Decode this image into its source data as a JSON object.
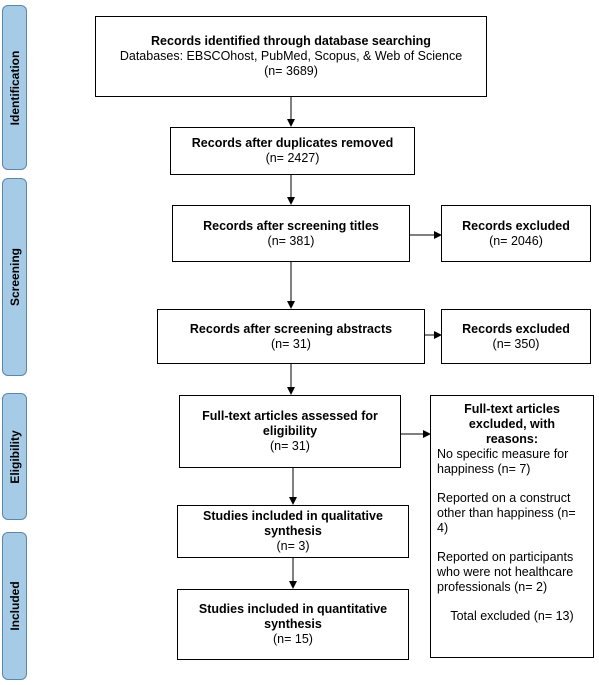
{
  "phases": [
    {
      "id": "identification",
      "label": "Identification"
    },
    {
      "id": "screening",
      "label": "Screening"
    },
    {
      "id": "eligibility",
      "label": "Eligibility"
    },
    {
      "id": "included",
      "label": "Included"
    }
  ],
  "boxes": {
    "identified": {
      "title": "Records identified through database searching",
      "subtitle": "Databases: EBSCOhost, PubMed, Scopus, & Web of Science",
      "n": "(n= 3689)"
    },
    "duplicates": {
      "title": "Records after duplicates removed",
      "n": "(n= 2427)"
    },
    "titles": {
      "title": "Records after screening titles",
      "n": "(n= 381)"
    },
    "titles_excluded": {
      "title": "Records excluded",
      "n": "(n= 2046)"
    },
    "abstracts": {
      "title": "Records after screening abstracts",
      "n": "(n= 31)"
    },
    "abstracts_excluded": {
      "title": "Records excluded",
      "n": "(n= 350)"
    },
    "fulltext": {
      "title": "Full-text articles assessed for eligibility",
      "n": "(n= 31)"
    },
    "fulltext_excluded": {
      "title": "Full-text articles excluded, with reasons:",
      "reasons": [
        "No specific measure for happiness (n= 7)",
        "Reported on a construct other than happiness (n= 4)",
        "Reported on participants who were not healthcare professionals (n= 2)"
      ],
      "total": "Total excluded (n= 13)"
    },
    "qualitative": {
      "title": "Studies included in qualitative synthesis",
      "n": "(n= 3)"
    },
    "quantitative": {
      "title": "Studies included in quantitative synthesis",
      "n": "(n= 15)"
    }
  }
}
